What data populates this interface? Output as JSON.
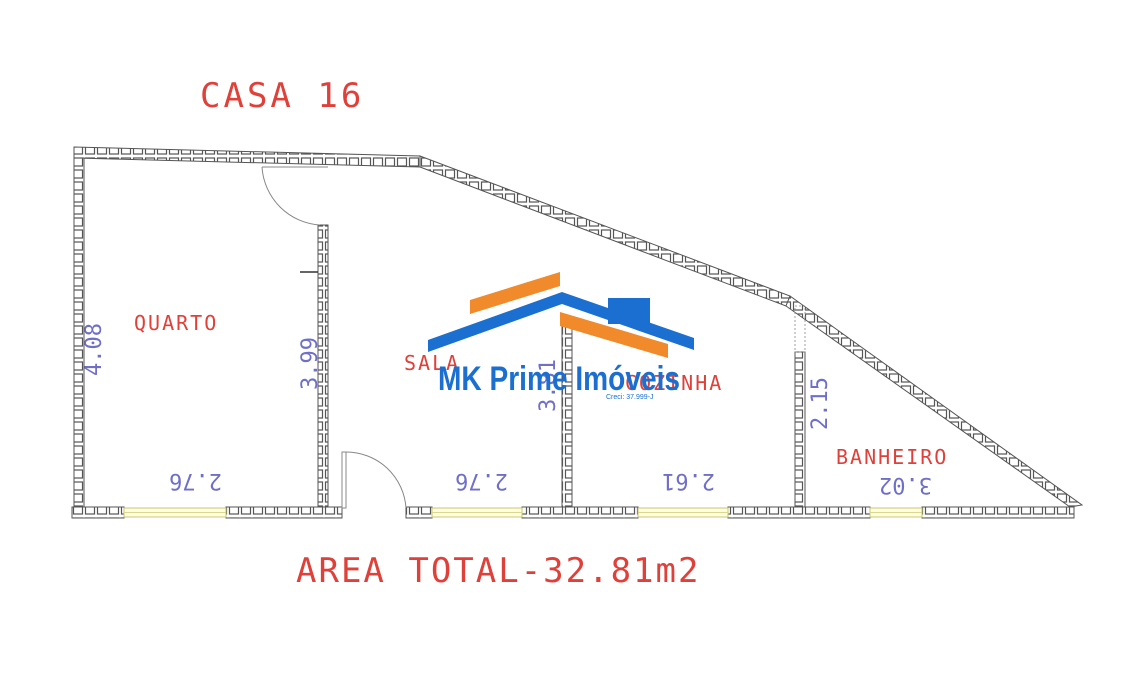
{
  "title": "CASA 16",
  "total_area": "AREA TOTAL-32.81m2",
  "rooms": {
    "quarto": "QUARTO",
    "sala": "SALA",
    "cozinha": "COZINHA",
    "banheiro": "BANHEIRO"
  },
  "dimensions": {
    "quarto_height": "4.08",
    "quarto_right_wall": "3.99",
    "sala_height": "3.81",
    "banheiro_height": "2.15",
    "quarto_width": "2.76",
    "sala_width": "2.76",
    "cozinha_width": "2.61",
    "banheiro_width": "3.02"
  },
  "watermark": {
    "name": "MK Prime Imóveis",
    "creci": "Creci: 37.999-J"
  },
  "colors": {
    "label_red": "#e0403a",
    "dimension_blue": "#6f6fc8",
    "wall_gray": "#555555",
    "logo_blue": "#1a6fd0",
    "logo_orange": "#f08a2a"
  }
}
